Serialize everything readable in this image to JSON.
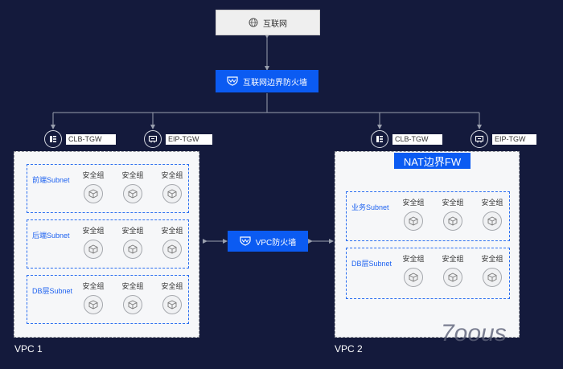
{
  "internet": {
    "label": "互联网",
    "icon": "globe-icon"
  },
  "edge_firewall": {
    "label": "互联网边界防火墙",
    "icon": "firewall-icon"
  },
  "vpc_firewall": {
    "label": "VPC防火墙",
    "icon": "firewall-icon"
  },
  "nat_firewall": {
    "label": "NAT边界FW"
  },
  "gateways": [
    {
      "label": "CLB-TGW",
      "icon": "clb-icon"
    },
    {
      "label": "EIP-TGW",
      "icon": "eip-icon"
    },
    {
      "label": "CLB-TGW",
      "icon": "clb-icon"
    },
    {
      "label": "EIP-TGW",
      "icon": "eip-icon"
    }
  ],
  "vpc1": {
    "label": "VPC 1",
    "subnets": [
      {
        "name": "前端Subnet",
        "groups": [
          "安全组",
          "安全组",
          "安全组"
        ]
      },
      {
        "name": "后端Subnet",
        "groups": [
          "安全组",
          "安全组",
          "安全组"
        ]
      },
      {
        "name": "DB层Subnet",
        "groups": [
          "安全组",
          "安全组",
          "安全组"
        ]
      }
    ]
  },
  "vpc2": {
    "label": "VPC 2",
    "subnets": [
      {
        "name": "业务Subnet",
        "groups": [
          "安全组",
          "安全组",
          "安全组"
        ]
      },
      {
        "name": "DB层Subnet",
        "groups": [
          "安全组",
          "安全组",
          "安全组"
        ]
      }
    ]
  },
  "watermark": "7oous",
  "colors": {
    "background": "#141a3c",
    "accent": "#0b5bf2",
    "subnet_border": "#2a6ef0"
  }
}
